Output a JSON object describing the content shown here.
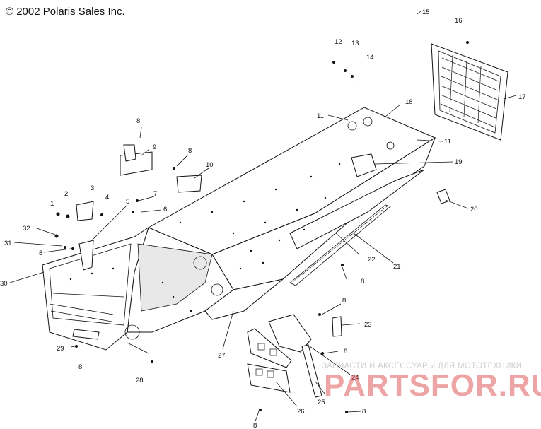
{
  "copyright": "© 2002 Polaris Sales Inc.",
  "watermark": {
    "text": "ЗАПЧАСТИ И АКСЕССУАРЫ ДЛЯ МОТОТЕХНИКИ",
    "logo": "PARTSFOR.RU",
    "logo_color": "#e05a5a"
  },
  "callouts": {
    "c1": "1",
    "c2": "2",
    "c3": "3",
    "c4": "4",
    "c5": "5",
    "c6": "6",
    "c7": "7",
    "c8a": "8",
    "c8b": "8",
    "c8c": "8",
    "c8d": "8",
    "c8e": "8",
    "c8f": "8",
    "c8g": "8",
    "c8h": "8",
    "c8i": "8",
    "c9": "9",
    "c10": "10",
    "c11a": "11",
    "c11b": "11",
    "c12": "12",
    "c13": "13",
    "c14": "14",
    "c15": "15",
    "c16": "16",
    "c17": "17",
    "c18": "18",
    "c19": "19",
    "c20": "20",
    "c21": "21",
    "c22": "22",
    "c23": "23",
    "c24": "24",
    "c25": "25",
    "c26": "26",
    "c27": "27",
    "c28": "28",
    "c29": "29",
    "c30": "30",
    "c31": "31",
    "c32": "32"
  }
}
